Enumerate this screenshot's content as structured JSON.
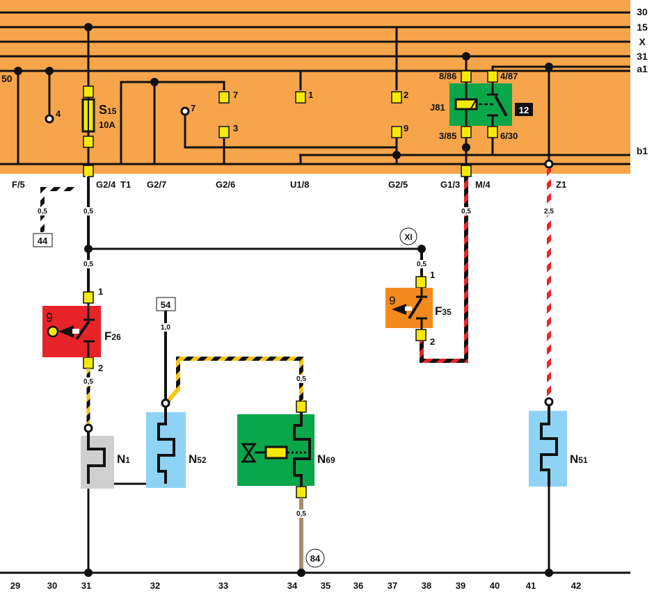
{
  "diagram": {
    "type": "automotive wiring diagram",
    "colors": {
      "panel": "#f7a54a",
      "wire": "#111111",
      "connector": "#f5e90a",
      "relay_box": "#0aa64a",
      "f26_box": "#e8242a",
      "f35_box": "#f28a1e",
      "n1_box": "#cfcfcf",
      "heater_box": "#8fd3f4",
      "n69_box": "#0aa64a",
      "stripe_red": "#e8242a",
      "stripe_yellow": "#f5c518",
      "wire_brown": "#a88b6a"
    },
    "rails": [
      {
        "id": "r30",
        "label": "30"
      },
      {
        "id": "r15",
        "label": "15"
      },
      {
        "id": "rX",
        "label": "X"
      },
      {
        "id": "r31",
        "label": "31"
      },
      {
        "id": "ra1",
        "label": "a1"
      },
      {
        "id": "rb1",
        "label": "b1"
      }
    ],
    "rail_left_label": "50",
    "panel_terminals": [
      "F/5",
      "G2/4",
      "T1",
      "G2/7",
      "G2/6",
      "U1/8",
      "G2/5",
      "G1/3",
      "M/4",
      "Z1"
    ],
    "inner_pins": {
      "p4": "4",
      "p7_left": "7",
      "p7": "7",
      "p3": "3",
      "p1": "1",
      "p2": "2",
      "p9": "9"
    },
    "fuse": {
      "name": "S",
      "index": "15",
      "rating": "10A"
    },
    "relay": {
      "name": "J81",
      "badge": "12",
      "pins": {
        "top_left": "8/86",
        "top_right": "4/87",
        "bottom_left": "3/85",
        "bottom_right": "6/30"
      }
    },
    "components": {
      "f26": {
        "name": "F",
        "index": "26",
        "symbol": "9",
        "pin1": "1",
        "pin2": "2"
      },
      "f35": {
        "name": "F",
        "index": "35",
        "symbol": "9",
        "pin1": "1",
        "pin2": "2"
      },
      "n1": {
        "name": "N",
        "index": "1"
      },
      "n52": {
        "name": "N",
        "index": "52"
      },
      "n69": {
        "name": "N",
        "index": "69"
      },
      "n51": {
        "name": "N",
        "index": "51"
      }
    },
    "ref_boxes": {
      "b44": "44",
      "b54": "54"
    },
    "circles": {
      "xi": "XI",
      "c84": "84"
    },
    "wire_sizes": {
      "w44": "0,5",
      "g24_top": "0,5",
      "g24_mid": "0,5",
      "f26_out": "0,5",
      "w54": "1,0",
      "n69_in": "0,5",
      "n69_out": "0,5",
      "f35_in": "0,5",
      "m4": "0,5",
      "z1": "2,5"
    },
    "grid_numbers": [
      "29",
      "30",
      "31",
      "32",
      "33",
      "34",
      "35",
      "36",
      "37",
      "38",
      "39",
      "40",
      "41",
      "42"
    ]
  }
}
